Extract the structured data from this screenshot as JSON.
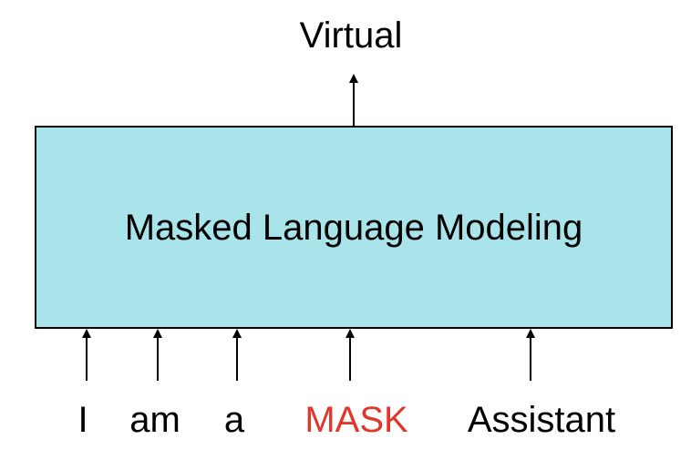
{
  "output": {
    "word": "Virtual"
  },
  "model": {
    "label": "Masked Language Modeling",
    "fill_color": "#a8e4ea"
  },
  "input_tokens": [
    {
      "text": "I",
      "masked": false
    },
    {
      "text": "am",
      "masked": false
    },
    {
      "text": "a",
      "masked": false
    },
    {
      "text": "MASK",
      "masked": true
    },
    {
      "text": "Assistant",
      "masked": false
    }
  ],
  "colors": {
    "mask_token": "#e0372c",
    "text": "#000000"
  }
}
